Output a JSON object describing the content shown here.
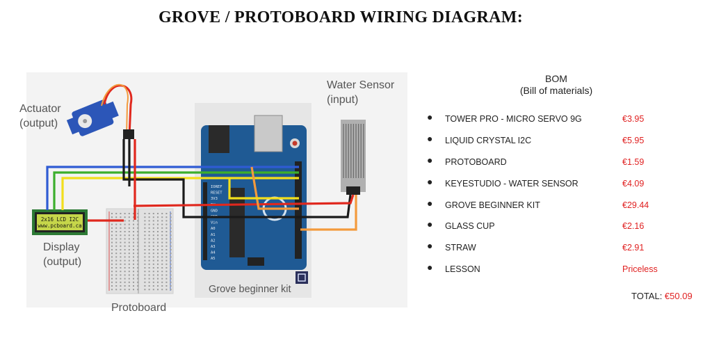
{
  "page": {
    "title": "GROVE / PROTOBOARD WIRING DIAGRAM:"
  },
  "diagram": {
    "labels": {
      "actuator": "Actuator",
      "actuator_io": "(output)",
      "sensor": "Water Sensor",
      "sensor_io": "(input)",
      "display": "Display",
      "display_io": "(output)",
      "protoboard": "Protoboard",
      "grove": "Grove beginner kit"
    },
    "lcd": {
      "line1": "2x16 LCD I2C",
      "line2": "www.pcboard.ca"
    },
    "board_pins": [
      "IOREF",
      "RESET",
      "3V3",
      "5V",
      "GND",
      "GND",
      "Vin",
      "A0",
      "A1",
      "A2",
      "A3",
      "A4",
      "A5"
    ],
    "wire_colors": {
      "blue": "#2f5bd3",
      "green": "#3cae2c",
      "yellow": "#f2de1c",
      "red": "#e0281e",
      "black": "#1a1a1a",
      "orange": "#f39a3c"
    },
    "board_color": "#1f5a94"
  },
  "bom": {
    "heading": "BOM",
    "subheading": "(Bill of materials)",
    "items": [
      {
        "name": "TOWER PRO - MICRO SERVO 9G",
        "price": "€3.95"
      },
      {
        "name": "LIQUID CRYSTAL I2C",
        "price": "€5.95"
      },
      {
        "name": "PROTOBOARD",
        "price": "€1.59"
      },
      {
        "name": "KEYESTUDIO - WATER SENSOR",
        "price": "€4.09"
      },
      {
        "name": "GROVE BEGINNER KIT",
        "price": "€29.44"
      },
      {
        "name": "GLASS CUP",
        "price": "€2.16"
      },
      {
        "name": "STRAW",
        "price": "€2.91"
      },
      {
        "name": "LESSON",
        "price": "Priceless"
      }
    ],
    "total_label": "TOTAL: ",
    "total_value": "€50.09"
  }
}
